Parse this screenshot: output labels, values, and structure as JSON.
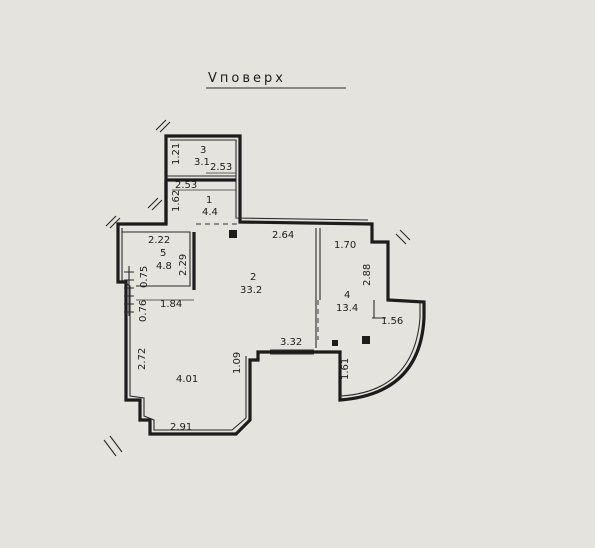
{
  "title": "Vповерх",
  "rooms": [
    {
      "number": "1",
      "area": "4.4"
    },
    {
      "number": "2",
      "area": "33.2"
    },
    {
      "number": "3",
      "area": "3.1"
    },
    {
      "number": "4",
      "area": "13.4"
    },
    {
      "number": "5",
      "area": "4.8"
    }
  ],
  "unnumbered_area": "4.01",
  "dimensions": [
    "1.21",
    "2.53",
    "2.53",
    "1.62",
    "2.22",
    "2.29",
    "2.64",
    "1.70",
    "2.88",
    "0.75",
    "1.84",
    "0.76",
    "1.56",
    "2.72",
    "3.32",
    "1.09",
    "1.61",
    "2.91"
  ]
}
